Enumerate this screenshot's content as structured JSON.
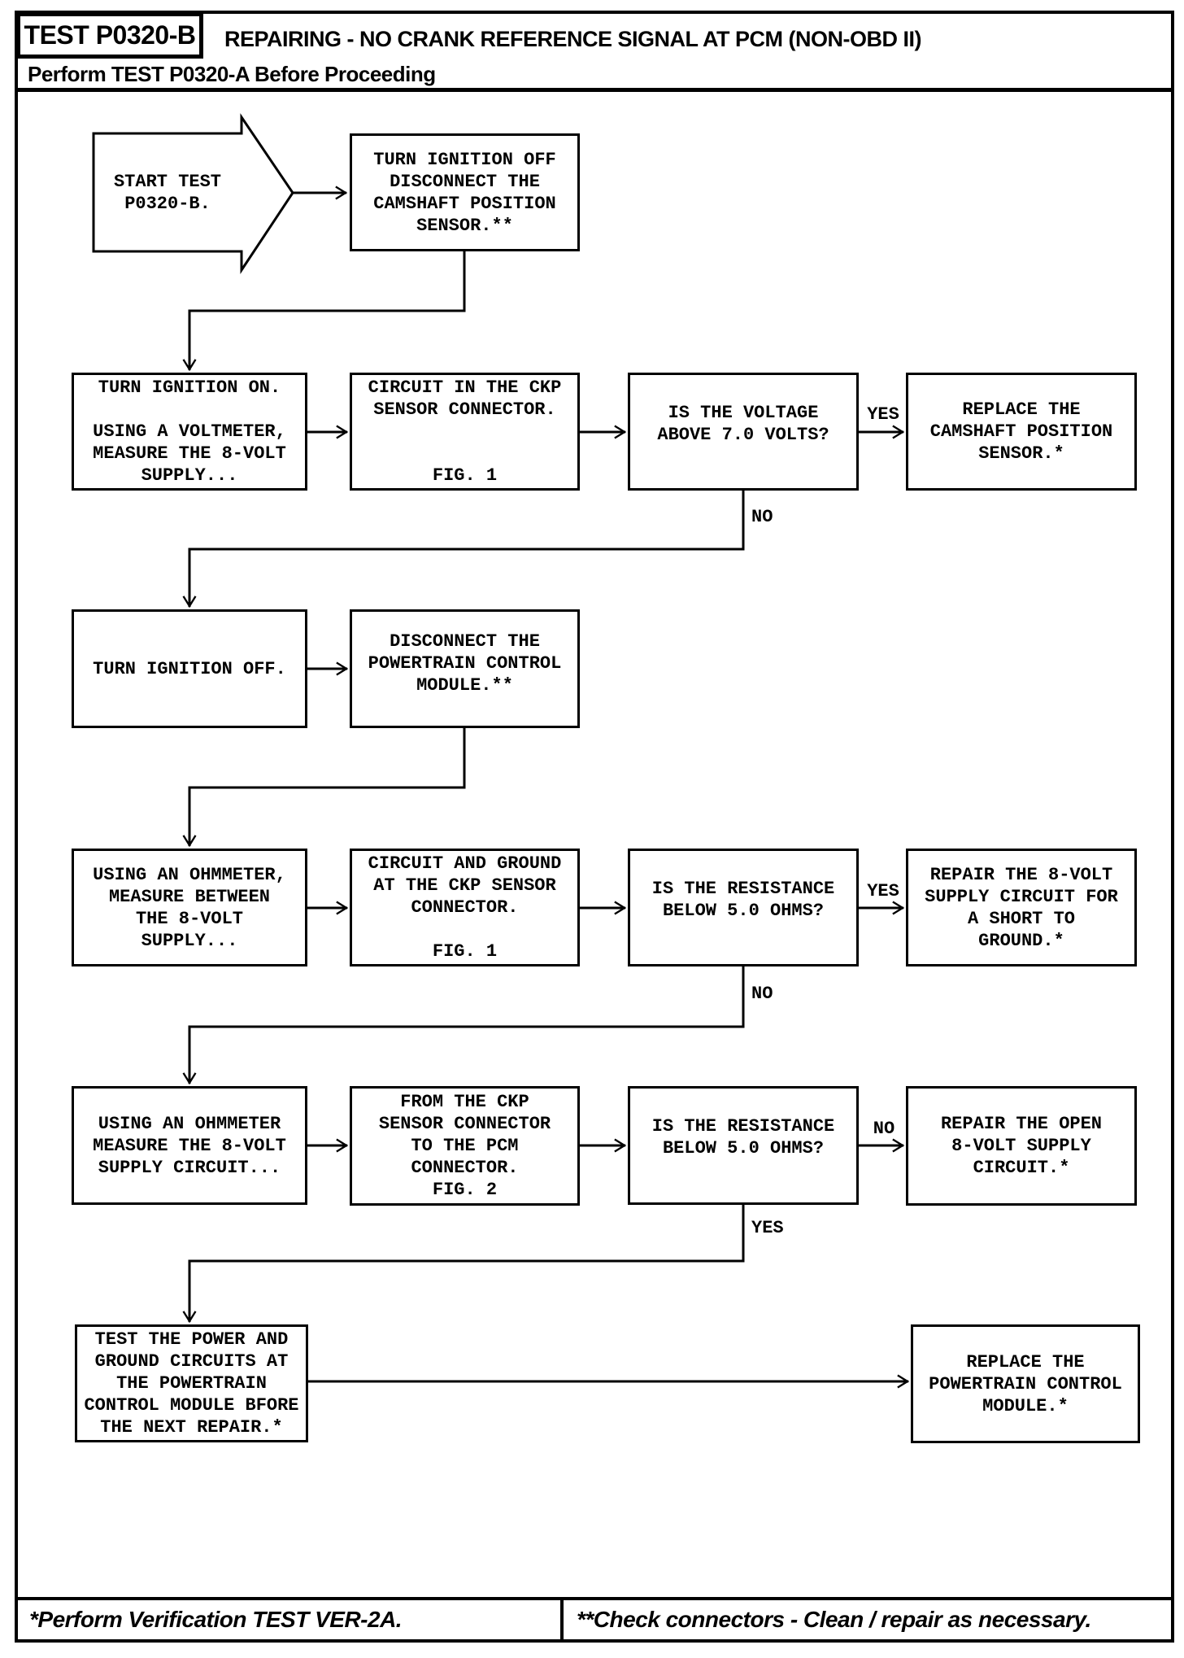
{
  "colors": {
    "ink": "#000000",
    "paper": "#ffffff"
  },
  "header": {
    "test_id": "TEST P0320-B",
    "title": "REPAIRING - NO CRANK REFERENCE SIGNAL AT PCM (NON-OBD II)",
    "subtitle": "Perform TEST P0320-A Before Proceeding"
  },
  "flowchart": {
    "nodes": {
      "start": "START TEST\nP0320-B.",
      "disconnect_cps": "TURN IGNITION OFF\nDISCONNECT THE\nCAMSHAFT POSITION\nSENSOR.**",
      "measure_voltage": "TURN IGNITION ON.\n\nUSING A VOLTMETER,\nMEASURE THE 8-VOLT\nSUPPLY...",
      "ckp_circuit_fig1": "CIRCUIT IN THE CKP\nSENSOR CONNECTOR.\n\n\nFIG. 1",
      "voltage_above_7": "IS THE VOLTAGE\nABOVE 7.0 VOLTS?",
      "replace_cps": "REPLACE THE\nCAMSHAFT POSITION\nSENSOR.*",
      "ignition_off": "TURN IGNITION OFF.",
      "disconnect_pcm": "DISCONNECT THE\nPOWERTRAIN CONTROL\nMODULE.**",
      "measure_between": "USING AN OHMMETER,\nMEASURE BETWEEN\nTHE 8-VOLT\nSUPPLY...",
      "circuit_ground_fig1": "CIRCUIT AND GROUND\nAT THE CKP SENSOR\nCONNECTOR.\n\nFIG. 1",
      "resistance_below_5_a": "IS THE RESISTANCE\nBELOW 5.0 OHMS?",
      "repair_short": "REPAIR THE 8-VOLT\nSUPPLY CIRCUIT FOR\nA SHORT TO\nGROUND.*",
      "measure_supply": "USING AN OHMMETER\nMEASURE THE 8-VOLT\nSUPPLY CIRCUIT...",
      "ckp_to_pcm_fig2": "FROM THE CKP\nSENSOR CONNECTOR\nTO THE PCM\nCONNECTOR.\nFIG. 2",
      "resistance_below_5_b": "IS THE RESISTANCE\nBELOW 5.0 OHMS?",
      "repair_open": "REPAIR THE OPEN\n8-VOLT SUPPLY\nCIRCUIT.*",
      "test_power_ground": "TEST THE POWER AND\nGROUND CIRCUITS AT\nTHE POWERTRAIN\nCONTROL MODULE BFORE\nTHE NEXT REPAIR.*",
      "replace_pcm": "REPLACE THE\nPOWERTRAIN CONTROL\nMODULE.*"
    },
    "labels": {
      "yes_voltage": "YES",
      "no_voltage": "NO",
      "yes_resistance_a": "YES",
      "no_resistance_a": "NO",
      "no_resistance_b": "NO",
      "yes_resistance_b": "YES"
    }
  },
  "footer": {
    "left_note": "*Perform Verification TEST VER-2A.",
    "right_note": "**Check connectors - Clean / repair as necessary."
  }
}
